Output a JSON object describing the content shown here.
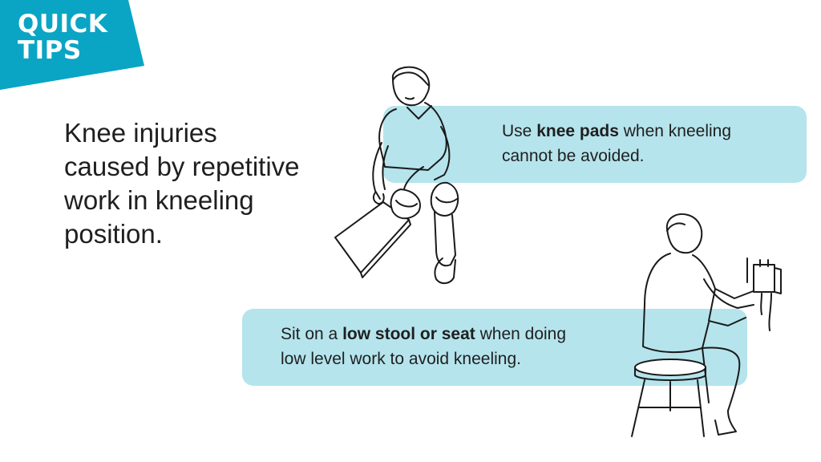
{
  "badge": {
    "line1": "QUICK",
    "line2": "TIPS",
    "color": "#0aa5c4"
  },
  "headline": {
    "lines": [
      "Knee injuries",
      "caused by repetitive",
      "work in kneeling",
      "position."
    ]
  },
  "tips": [
    {
      "pre": "Use ",
      "bold": "knee pads",
      "post": " when kneeling",
      "line2": "cannot be avoided."
    },
    {
      "pre": "Sit on a ",
      "bold": "low stool or seat",
      "post": " when doing",
      "line2": "low level work to avoid kneeling."
    }
  ],
  "colors": {
    "tip_background": "#b5e4ec",
    "text": "#1f1f1f"
  },
  "illustrations": {
    "kneeling_worker": "kneeling-worker-with-knee-pads-icon",
    "seated_worker": "worker-on-stool-icon"
  }
}
